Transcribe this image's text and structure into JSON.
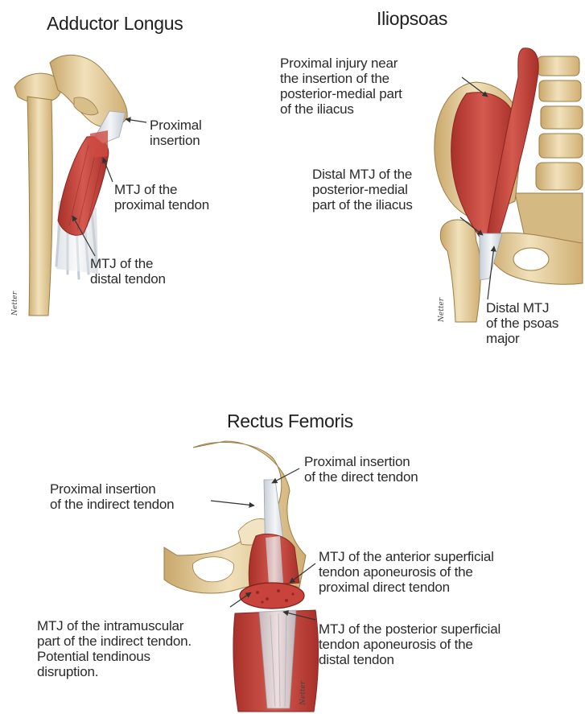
{
  "panels": {
    "adductor": {
      "title": "Adductor Longus",
      "labels": {
        "proximal_insertion": "Proximal\ninsertion",
        "mtj_proximal": "MTJ of the\nproximal tendon",
        "mtj_distal": "MTJ of the\ndistal tendon"
      },
      "signature": "Netter"
    },
    "iliopsoas": {
      "title": "Iliopsoas",
      "labels": {
        "proximal_injury": "Proximal injury near\nthe insertion of the\nposterior-medial part\nof the iliacus",
        "distal_mtj_iliacus": "Distal MTJ of the\nposterior-medial\npart of the iliacus",
        "distal_mtj_psoas": "Distal MTJ\nof the psoas\nmajor"
      },
      "signature": "Netter"
    },
    "rectus": {
      "title": "Rectus Femoris",
      "labels": {
        "prox_direct": "Proximal insertion\nof the direct tendon",
        "prox_indirect": "Proximal insertion\nof the indirect tendon",
        "mtj_anterior": "MTJ of the anterior superficial\ntendon aponeurosis of the\nproximal direct tendon",
        "mtj_intramuscular": "MTJ of the intramuscular\npart of the indirect tendon.\nPotential tendinous\ndisruption.",
        "mtj_posterior": "MTJ of the posterior superficial\ntendon aponeurosis of the\ndistal tendon"
      },
      "signature": "Netter"
    }
  },
  "colors": {
    "bone": "#e8d3a6",
    "bone_shade": "#c9a76a",
    "muscle": "#c8473f",
    "muscle_dark": "#9e2a25",
    "tendon": "#e7ebef",
    "arrow": "#333333"
  }
}
